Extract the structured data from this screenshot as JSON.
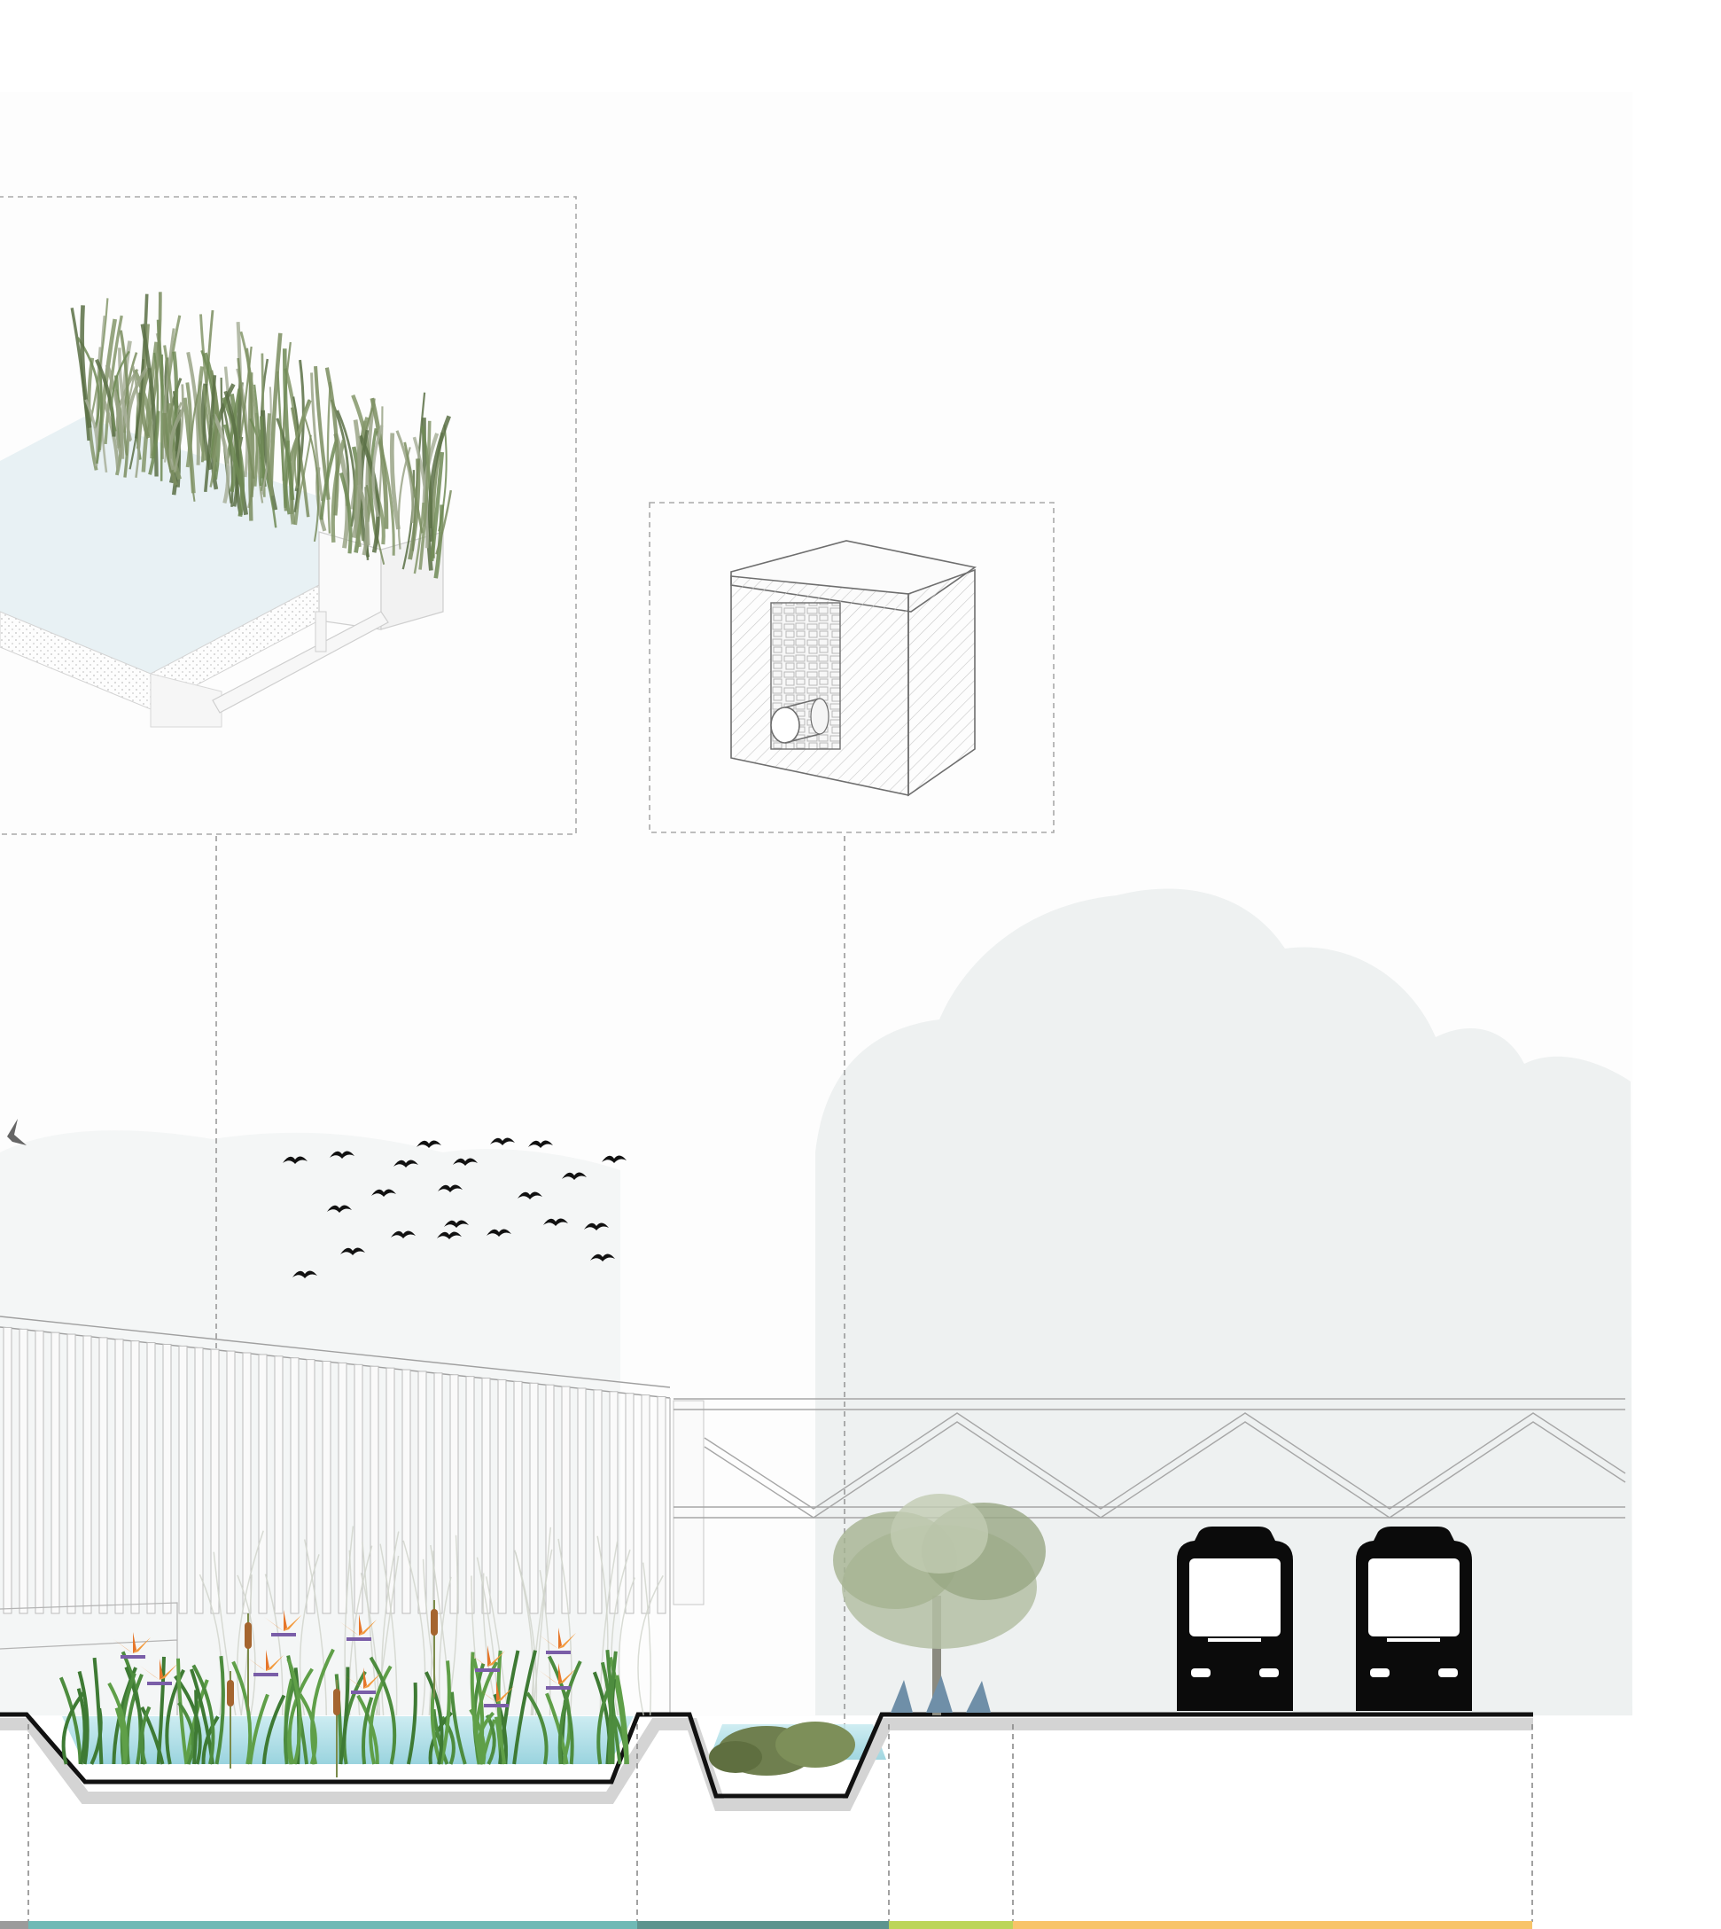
{
  "colors": {
    "background": "#ffffff",
    "sky_haze": "#f3f5f5",
    "tree_haze": "#e9eded",
    "dash_line": "#9a9a9a",
    "ground_line": "#111111",
    "water": "#a9dde6",
    "vegetation": "#7e9466",
    "flower_orange": "#f0892e",
    "train": "#0b0b0b",
    "zone_bars": [
      "#9b9b9b",
      "#6fb9b5",
      "#5e948e",
      "#bcd55a",
      "#f8c46a"
    ]
  },
  "diagram": {
    "zones": [
      {
        "key": "edge",
        "color": "#9b9b9b"
      },
      {
        "key": "bioswale_wetland",
        "color": "#6fb9b5"
      },
      {
        "key": "rain_garden",
        "color": "#5e948e"
      },
      {
        "key": "planting_strip",
        "color": "#bcd55a"
      },
      {
        "key": "rail_corridor",
        "color": "#f8c46a"
      }
    ],
    "callouts": [
      {
        "key": "wetland-cell-detail"
      },
      {
        "key": "infiltration-trench-detail"
      }
    ],
    "icons": [
      "bird-flock-icon",
      "train-icon",
      "tree-icon",
      "flower-icon",
      "cattail-icon"
    ]
  }
}
